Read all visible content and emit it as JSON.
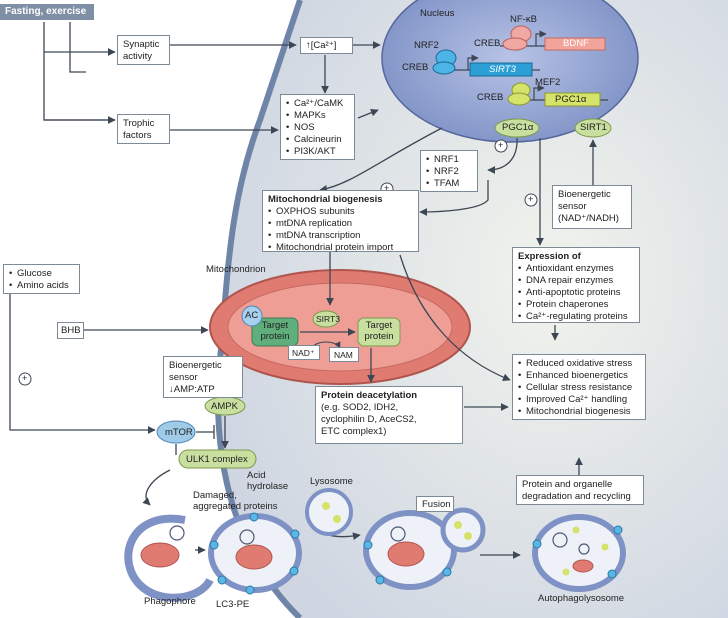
{
  "header": {
    "label": "Fasting, exercise"
  },
  "inputs": {
    "synaptic": "Synaptic\nactivity",
    "trophic": "Trophic\nfactors",
    "calcium": "↑[Ca²⁺]",
    "glucose_items": [
      "Glucose",
      "Amino acids"
    ],
    "bhb": "BHB"
  },
  "kinases": [
    "Ca²⁺/CaMK",
    "MAPKs",
    "NOS",
    "Calcineurin",
    "PI3K/AKT"
  ],
  "nucleus": {
    "label": "Nucleus",
    "nfkb": "NF-κB",
    "creb1": "CREB",
    "bdnf": "BDNF",
    "nrf2": "NRF2",
    "creb2": "CREB",
    "sirt3": "SIRT3",
    "mef2": "MEF2",
    "creb3": "CREB",
    "pgc1a_gene": "PGC1α"
  },
  "pgc1a": "PGC1α",
  "sirt1": "SIRT1",
  "nrf_list": [
    "NRF1",
    "NRF2",
    "TFAM"
  ],
  "plus": "+",
  "biogenesis": {
    "title": "Mitochondrial biogenesis",
    "items": [
      "OXPHOS subunits",
      "mtDNA replication",
      "mtDNA transcription",
      "Mitochondrial protein import"
    ]
  },
  "sensor1": "Bioenergetic\nsensor\n(NAD⁺/NADH)",
  "expression": {
    "title": "Expression of",
    "items": [
      "Antioxidant enzymes",
      "DNA repair enzymes",
      "Anti-apoptotic proteins",
      "Protein chaperones",
      "Ca²⁺-regulating proteins"
    ]
  },
  "mito": {
    "label": "Mitochondrion",
    "ac": "AC",
    "target1": "Target\nprotein",
    "sirt3": "SIRT3",
    "target2": "Target\nprotein",
    "nad": "NAD⁺",
    "nam": "NAM"
  },
  "sensor2": "Bioenergetic\nsensor\n↓AMP:ATP",
  "ampk": "AMPK",
  "mtor": "mTOR",
  "ulk1": "ULK1 complex",
  "deacetylation": {
    "title": "Protein deacetylation",
    "detail": "(e.g. SOD2, IDH2,\ncyclophilin D, AceCS2,\nETC complex1)"
  },
  "outcomes": [
    "Reduced oxidative stress",
    "Enhanced bioenergetics",
    "Cellular stress resistance",
    "Improved Ca²⁺ handling",
    "Mitochondrial biogenesis"
  ],
  "degradation": "Protein and organelle\ndegradation and recycling",
  "autophagy": {
    "damaged": "Damaged,\naggregated proteins",
    "acid": "Acid\nhydrolase",
    "lysosome": "Lysosome",
    "fusion": "Fusion",
    "phagophore": "Phagophore",
    "lc3": "LC3-PE",
    "autophagolysosome": "Autophagolysosome"
  },
  "colors": {
    "cell": "#d6dce6",
    "membrane": "#6f85a8",
    "nucleus": "#8e9fcf",
    "mito": "#d9706a",
    "target": "#5fae7c",
    "green_pill": "#c8dfa0",
    "header": "#7f8fa6",
    "arrow": "#3d4754"
  }
}
